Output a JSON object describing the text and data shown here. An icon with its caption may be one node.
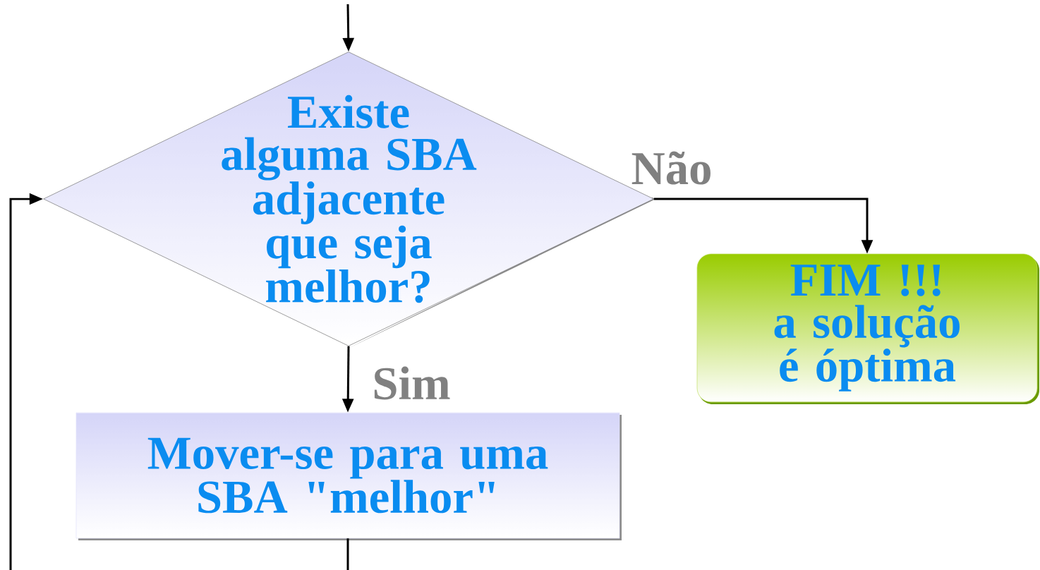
{
  "diagram": {
    "nodes": [
      {
        "text": [
          "Existe alguma SBA adjacente que seja melhor?"
        ]
      },
      {
        "text": [
          "FIM !!!",
          "a solução é óptima"
        ]
      },
      {
        "text": [
          "Mover-se para uma SBA \"melhor\""
        ]
      }
    ],
    "edges": [
      {
        "from": null,
        "to": 0,
        "arrow": "to"
      },
      {
        "from": 0,
        "to": 1,
        "arrow": "to",
        "label": "Não"
      },
      {
        "from": 0,
        "to": 2,
        "arrow": "to",
        "label": "Sim"
      },
      {
        "from": 2,
        "to": null,
        "arrow": "none"
      },
      {
        "from": null,
        "to": 0,
        "arrow": "to"
      }
    ]
  }
}
